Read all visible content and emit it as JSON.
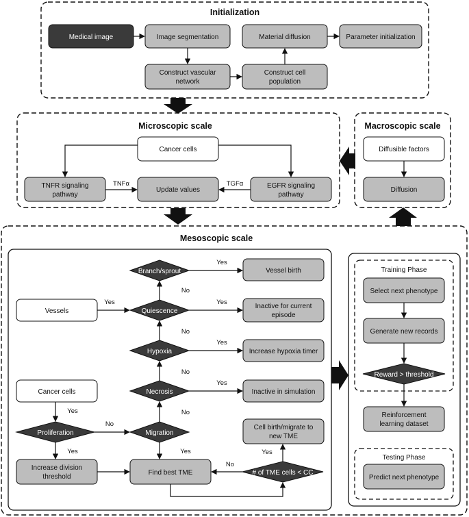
{
  "colors": {
    "dark": "#3a3a3a",
    "gray": "#bdbdbd",
    "white": "#ffffff",
    "line": "#111111"
  },
  "initialization": {
    "title": "Initialization",
    "medical_image": "Medical image",
    "image_segmentation": "Image segmentation",
    "construct_vascular_1": "Construct vascular",
    "construct_vascular_2": "network",
    "construct_cell_1": "Construct cell",
    "construct_cell_2": "population",
    "material_diffusion": "Material diffusion",
    "parameter_initialization": "Parameter initialization"
  },
  "microscopic": {
    "title": "Microscopic scale",
    "cancer_cells": "Cancer cells",
    "tnfr_1": "TNFR signaling",
    "tnfr_2": "pathway",
    "update_values": "Update values",
    "egfr_1": "EGFR signaling",
    "egfr_2": "pathway",
    "tnf_label": "TNFα",
    "tgf_label": "TGFα"
  },
  "macroscopic": {
    "title": "Macroscopic scale",
    "diffusible_factors": "Diffusible factors",
    "diffusion": "Diffusion"
  },
  "mesoscopic": {
    "title": "Mesoscopic scale",
    "branch_sprout": "Branch/sprout",
    "vessel_birth": "Vessel birth",
    "vessels": "Vessels",
    "quiescence": "Quiescence",
    "inactive_episode_1": "Inactive for current",
    "inactive_episode_2": "episode",
    "hypoxia": "Hypoxia",
    "increase_hypoxia": "Increase hypoxia timer",
    "necrosis": "Necrosis",
    "inactive_simulation": "Inactive in simulation",
    "cancer_cells": "Cancer cells",
    "proliferation": "Proliferation",
    "migration": "Migration",
    "cell_birth_1": "Cell birth/migrate to",
    "cell_birth_2": "new TME",
    "increase_division_1": "Increase division",
    "increase_division_2": "threshold",
    "find_best_tme": "Find best TME",
    "tme_cells": "# of TME cells < CC",
    "yes": "Yes",
    "no": "No"
  },
  "training": {
    "title": "Training Phase",
    "select_next": "Select next phenotype",
    "generate_records": "Generate new records",
    "reward": "Reward > threshold",
    "dataset_1": "Reinforcement",
    "dataset_2": "learning dataset"
  },
  "testing": {
    "title": "Testing Phase",
    "predict_next": "Predict next phenotype"
  }
}
